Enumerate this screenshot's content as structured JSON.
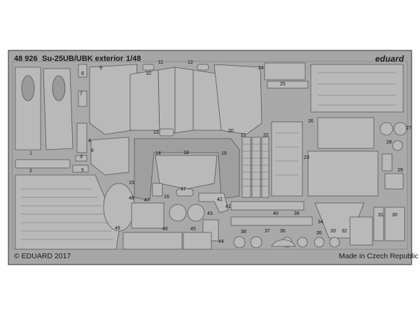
{
  "header": {
    "set_number": "48 926",
    "set_title": "Su-25UB/UBK exterior",
    "scale": "1/48",
    "brand": "eduard"
  },
  "footer": {
    "copyright": "© EDUARD 2017",
    "origin": "Made in Czech Republic"
  },
  "part_numbers": [
    "1",
    "2",
    "3",
    "4",
    "5",
    "6",
    "7",
    "8",
    "9",
    "10",
    "11",
    "12",
    "13",
    "14",
    "15",
    "16",
    "17",
    "18",
    "19",
    "20",
    "21",
    "22",
    "23",
    "24",
    "25",
    "26",
    "27",
    "28",
    "29",
    "30",
    "31",
    "32",
    "33",
    "34",
    "35",
    "36",
    "37",
    "38",
    "39",
    "40",
    "41",
    "42",
    "43",
    "44",
    "45",
    "46",
    "47",
    "48",
    "49"
  ],
  "colors": {
    "fret": "#a6a6a6",
    "fret_border": "#4a4a4a",
    "part_fill": "#b9b9b9",
    "part_line": "#5a5a5a",
    "background": "#ffffff"
  }
}
